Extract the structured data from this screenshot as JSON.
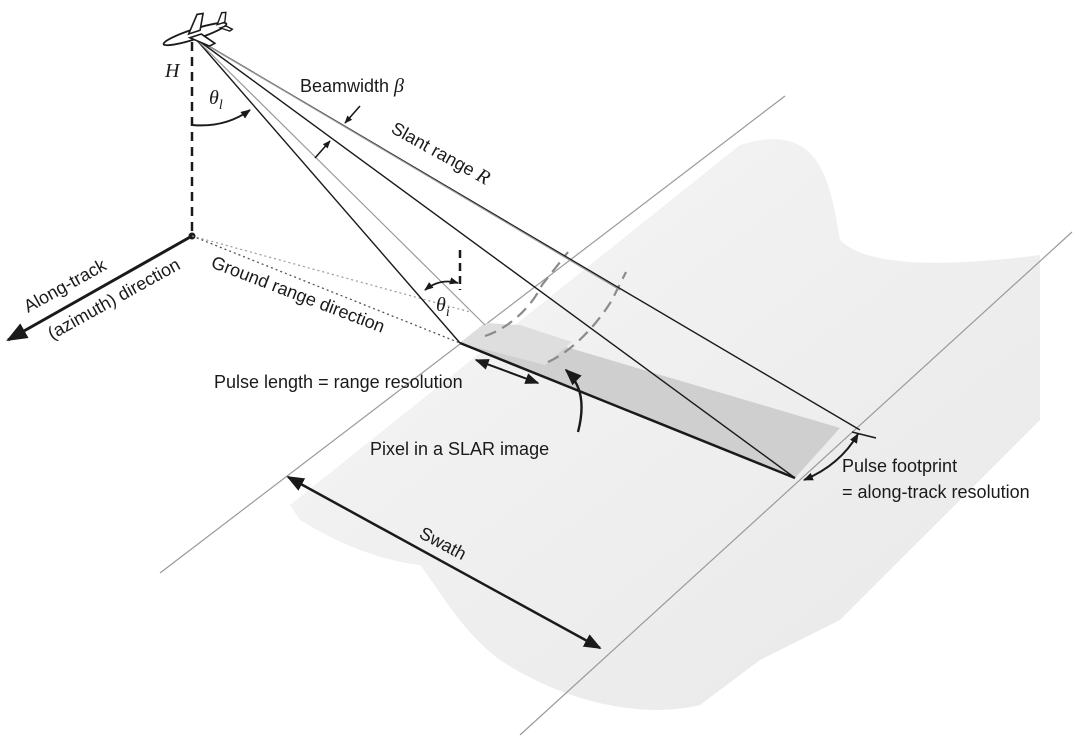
{
  "labels": {
    "altitude": "H",
    "look_angle": "θ",
    "look_angle_sub": "l",
    "incidence_angle": "θ",
    "incidence_angle_sub": "i",
    "beamwidth": "Beamwidth ",
    "beamwidth_symbol": "β",
    "slant_range": "Slant range ",
    "slant_range_symbol": "R",
    "along_track_1": "Along-track",
    "along_track_2": "(azimuth) direction",
    "ground_range": "Ground range direction",
    "pulse_length": "Pulse length = range resolution",
    "pixel": "Pixel in a SLAR image",
    "pulse_footprint_1": "Pulse footprint",
    "pulse_footprint_2": "= along-track resolution",
    "swath": "Swath"
  },
  "colors": {
    "line": "#1a1a1a",
    "beam_gray": "#8a8a8a",
    "strip_fill": "#efefef",
    "footprint_fill": "#cfcfcf",
    "pixel_fill": "#dcdcdc"
  },
  "icons": {
    "aircraft": "airplane-icon"
  }
}
